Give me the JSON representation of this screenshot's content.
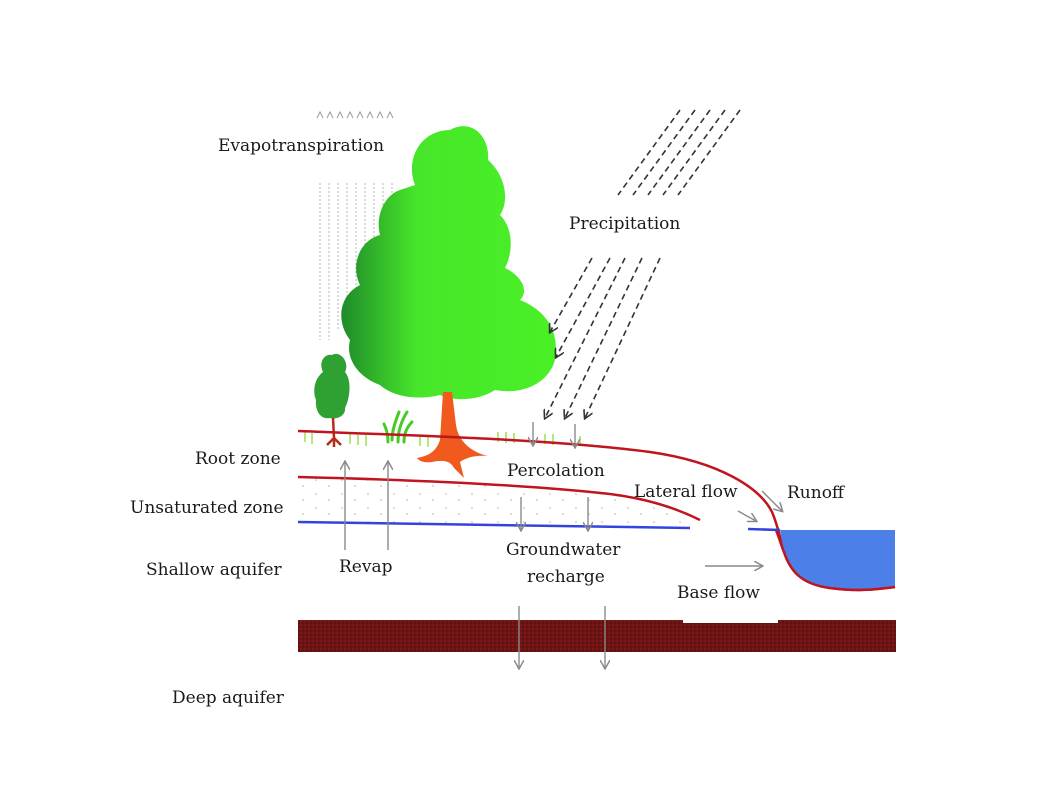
{
  "zones": {
    "root_zone": "Root zone",
    "unsaturated_zone": "Unsaturated zone",
    "shallow_aquifer": "Shallow aquifer",
    "deep_aquifer": "Deep aquifer"
  },
  "processes": {
    "evapotranspiration": "Evapotranspiration",
    "precipitation": "Precipitation",
    "percolation": "Percolation",
    "lateral_flow": "Lateral flow",
    "runoff": "Runoff",
    "revap": "Revap",
    "groundwater_recharge_line1": "Groundwater",
    "groundwater_recharge_line2": "recharge",
    "base_flow": "Base flow"
  },
  "colors": {
    "soil_boundary": "#c0141e",
    "water_table": "#3344dd",
    "river_water": "#4d7fe8",
    "confining_layer": "#7a1515",
    "tree_foliage": "#44ee22",
    "tree_trunk": "#f05a1e",
    "small_tree": "#2fa032",
    "grass": "#9be04a",
    "arrow_gray": "#8a8a8a",
    "rain_dash": "#333333"
  }
}
